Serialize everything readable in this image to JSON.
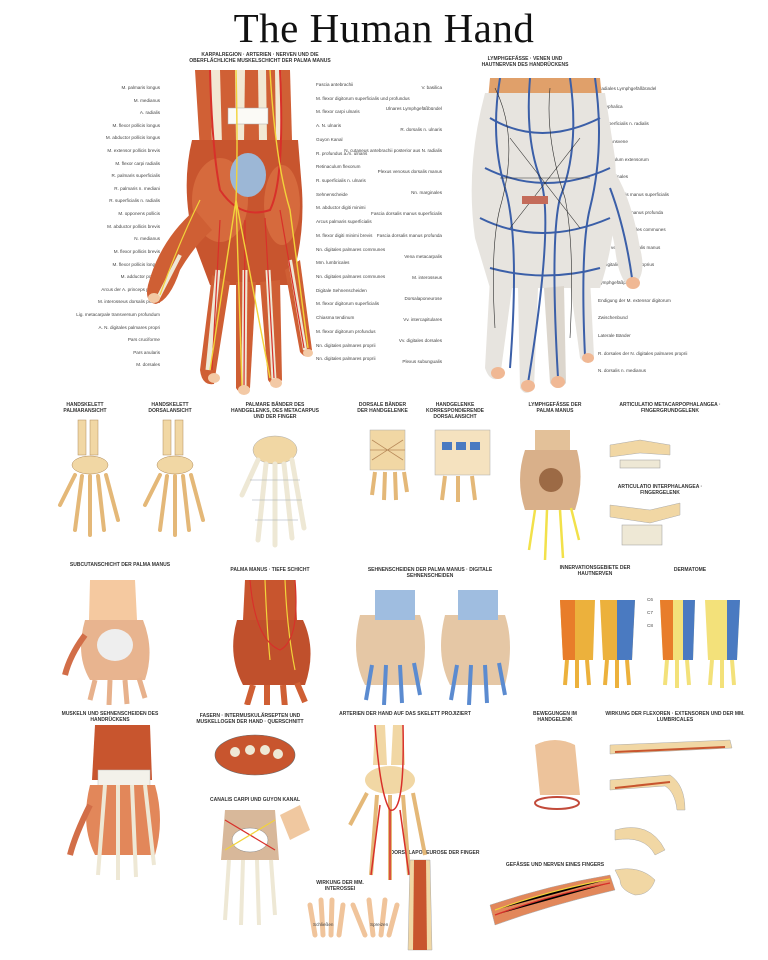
{
  "title": "The Human Hand",
  "colors": {
    "muscle": "#c8552e",
    "muscle_light": "#e2875a",
    "artery": "#d8302a",
    "vein": "#3b5fa8",
    "nerve": "#f2d33a",
    "bone": "#f1d7a4",
    "tendon": "#eee8d5",
    "skin_back": "#d7a47d"
  },
  "main_palm": {
    "caption": "KARPALREGION · ARTERIEN · NERVEN UND DIE OBERFLÄCHLICHE MUSKELSCHICHT DER PALMA MANUS",
    "left_labels": [
      "M. palmaris longus",
      "M. medianus",
      "A. radialis",
      "M. flexor pollicis longus",
      "M. abductor pollicis longus",
      "M. extensor pollicis brevis",
      "M. flexor carpi radialis",
      "R. palmaris superficialis",
      "R. palmaris n. mediani",
      "R. superficialis n. radialis",
      "M. opponens pollicis",
      "M. abductor pollicis brevis",
      "N. medianus",
      "M. flexor pollicis brevis",
      "M. flexor pollicis longus",
      "M. adductor pollicis",
      "Arcus der A. princeps pollicis",
      "M. interosseus dorsalis primus",
      "Lig. metacarpale transversum profundum",
      "A. N. digitales palmares propri",
      "Pars cruciforme",
      "Pars anularis",
      "M. dorsales"
    ],
    "right_labels": [
      "Fascia antebrachii",
      "M. flexor digitorum superficialis und profundus",
      "M. flexor carpi ulnaris",
      "A. N. ulnaris",
      "Guyon Kanal",
      "R. profundus a./n. ulnaris",
      "Retinaculum flexorum",
      "R. superficialis n. ulnaris",
      "Sehnenscheide",
      "M. abductor digiti minimi",
      "Arcus palmaris superficialis",
      "M. flexor digiti minimi brevis",
      "Nn. digitales palmares communes",
      "Mm. lumbricales",
      "Nn. digitales palmares communes",
      "Digitale Sehnenscheiden",
      "M. flexor digitorum superficialis",
      "Chiasma tendinum",
      "M. flexor digitorum profundus",
      "Nn. digitales palmares proprii",
      "Nn. digitales palmares proprii"
    ]
  },
  "main_dorsal": {
    "caption": "LYMPHGEFÄSSE · VENEN UND HAUTNERVEN DES HANDRÜCKENS",
    "left_labels": [
      "V. basilica",
      "Ulnares Lymphgefäßbündel",
      "R. dorsalis n. ulnaris",
      "N. cutaneus antebrachii posterior aus N. radialis",
      "Plexus venosus dorsalis manus",
      "Nn. marginales",
      "Fascia dorsalis manus superficialis",
      "Fascia dorsalis manus profunda",
      "Vena metacarpalis",
      "M. interosseus",
      "Dorsalaponeurose",
      "Vv. intercapitulares",
      "Vv. digitales dorsales",
      "Plexus subungualis"
    ],
    "right_labels": [
      "Radiales Lymphgefäßbündel",
      "V. cephalica",
      "R. superficialis n. radialis",
      "Perforansvene",
      "Retinaculum extensorum",
      "Vv. marginales",
      "Fascia dorsalis manus superficialis",
      "Fascia dorsalis manus profunda",
      "Nn. digitales dorsales communes",
      "Arcus venosus dorsalis manus",
      "N. digitalis dorsalis proprius",
      "Lymphgefäßplexus",
      "Endigung der M. extensor digitorum",
      "Zwischenbund",
      "Laterale Bänder",
      "R. dorsales der N. digitales palmares proprii",
      "N. dorsalis n. medianus"
    ]
  },
  "row2": [
    {
      "caption": "HANDSKELETT PALMARANSICHT"
    },
    {
      "caption": "HANDSKELETT DORSALANSICHT"
    },
    {
      "caption": "PALMARE BÄNDER DES HANDGELENKS, DES METACARPUS UND DER FINGER"
    },
    {
      "caption": "DORSALE BÄNDER DER HANDGELENKE"
    },
    {
      "caption": "HANDGELENKE Korrespondierende Dorsalansicht"
    },
    {
      "caption": "LYMPHGEFÄSSE DER PALMA MANUS"
    },
    {
      "caption": "ARTICULATIO METACARPOPHALANGEA · FINGERGRUNDGELENK"
    },
    {
      "caption": "ARTICULATIO INTERPHALANGEA · FINGERGELENK"
    }
  ],
  "row3": [
    {
      "caption": "SUBCUTANSCHICHT DER PALMA MANUS"
    },
    {
      "caption": "PALMA MANUS · TIEFE SCHICHT"
    },
    {
      "caption": "SEHNENSCHEIDEN DER PALMA MANUS · DIGITALE SEHNENSCHEIDEN"
    },
    {
      "caption": "INNERVATIONSGEBIETE DER HAUTNERVEN"
    },
    {
      "caption": "DERMATOME"
    }
  ],
  "row4": [
    {
      "caption": "MUSKELN UND SEHNENSCHEIDEN DES HANDRÜCKENS"
    },
    {
      "caption": "FASERN · INTERMUSKULÄRSEPTEN UND MUSKELLOGEN DER HAND · QUERSCHNITT"
    },
    {
      "caption": "CANALIS CARPI UND GUYON KANAL"
    },
    {
      "caption": "ARTERIEN DER HAND AUF DAS SKELETT PROJIZIERT"
    },
    {
      "caption": "BEWEGUNGEN IM HANDGELENK"
    },
    {
      "caption": "WIRKUNG DER FLEXOREN · EXTENSOREN UND DER MM. LUMBRICALES"
    },
    {
      "caption": "WIRKUNG DER Mm. INTEROSSEI"
    },
    {
      "caption": "DORSALAPONEUROSE DER FINGER"
    },
    {
      "caption": "GEFÄSSE UND NERVEN EINES FINGERS"
    }
  ],
  "dermatome_labels": [
    "C6",
    "C7",
    "C8"
  ],
  "bottom_mini_labels": [
    "Schließen",
    "Spreizen"
  ]
}
